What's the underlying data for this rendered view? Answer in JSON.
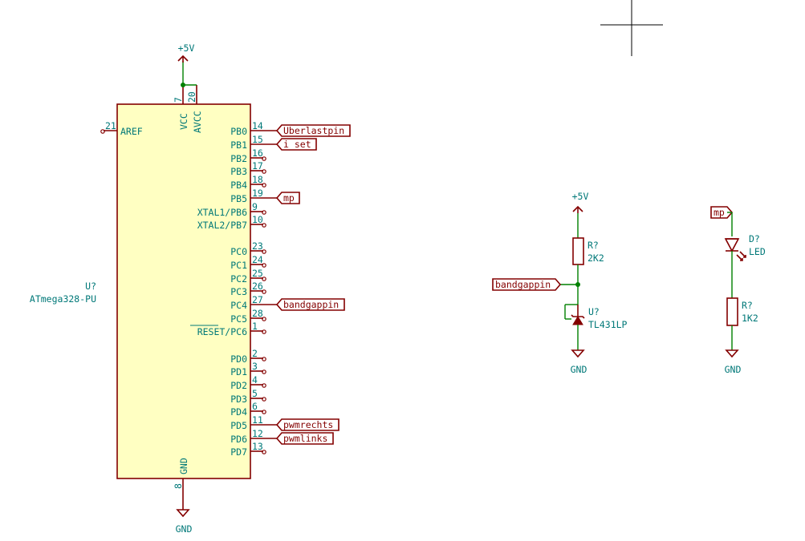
{
  "mcu": {
    "ref": "U?",
    "value": "ATmega328-PU",
    "top_pins": [
      {
        "name": "VCC",
        "num": "7"
      },
      {
        "name": "AVCC",
        "num": "20"
      }
    ],
    "bottom_pin": {
      "name": "GND",
      "num": "8"
    },
    "left_pin": {
      "name": "AREF",
      "num": "21"
    },
    "right_pins": [
      {
        "name": "PB0",
        "num": "14",
        "label": "Uberlastpin"
      },
      {
        "name": "PB1",
        "num": "15",
        "label": "i_set"
      },
      {
        "name": "PB2",
        "num": "16",
        "label": ""
      },
      {
        "name": "PB3",
        "num": "17",
        "label": ""
      },
      {
        "name": "PB4",
        "num": "18",
        "label": ""
      },
      {
        "name": "PB5",
        "num": "19",
        "label": "mp"
      },
      {
        "name": "XTAL1/PB6",
        "num": "9",
        "label": ""
      },
      {
        "name": "XTAL2/PB7",
        "num": "10",
        "label": ""
      },
      {
        "name": "PC0",
        "num": "23",
        "label": ""
      },
      {
        "name": "PC1",
        "num": "24",
        "label": ""
      },
      {
        "name": "PC2",
        "num": "25",
        "label": ""
      },
      {
        "name": "PC3",
        "num": "26",
        "label": ""
      },
      {
        "name": "PC4",
        "num": "27",
        "label": "bandgappin"
      },
      {
        "name": "PC5",
        "num": "28",
        "label": ""
      },
      {
        "name": "RESET/PC6",
        "num": "1",
        "label": ""
      },
      {
        "name": "PD0",
        "num": "2",
        "label": ""
      },
      {
        "name": "PD1",
        "num": "3",
        "label": ""
      },
      {
        "name": "PD2",
        "num": "4",
        "label": ""
      },
      {
        "name": "PD3",
        "num": "5",
        "label": ""
      },
      {
        "name": "PD4",
        "num": "6",
        "label": ""
      },
      {
        "name": "PD5",
        "num": "11",
        "label": "pwmrechts"
      },
      {
        "name": "PD6",
        "num": "12",
        "label": "pwmlinks"
      },
      {
        "name": "PD7",
        "num": "13",
        "label": ""
      }
    ]
  },
  "power": {
    "vcc": "+5V",
    "gnd": "GND"
  },
  "bandgap": {
    "resistor": {
      "ref": "R?",
      "value": "2K2"
    },
    "reference": {
      "ref": "U?",
      "value": "TL431LP"
    },
    "label": "bandgappin"
  },
  "led_branch": {
    "label": "mp",
    "led": {
      "ref": "D?",
      "value": "LED"
    },
    "resistor": {
      "ref": "R?",
      "value": "1K2"
    }
  },
  "colors": {
    "wire": "#008000",
    "symbol": "#840000",
    "symbol_fill": "#ffffc2",
    "pin_text": "#007878",
    "label_text": "#840000"
  }
}
